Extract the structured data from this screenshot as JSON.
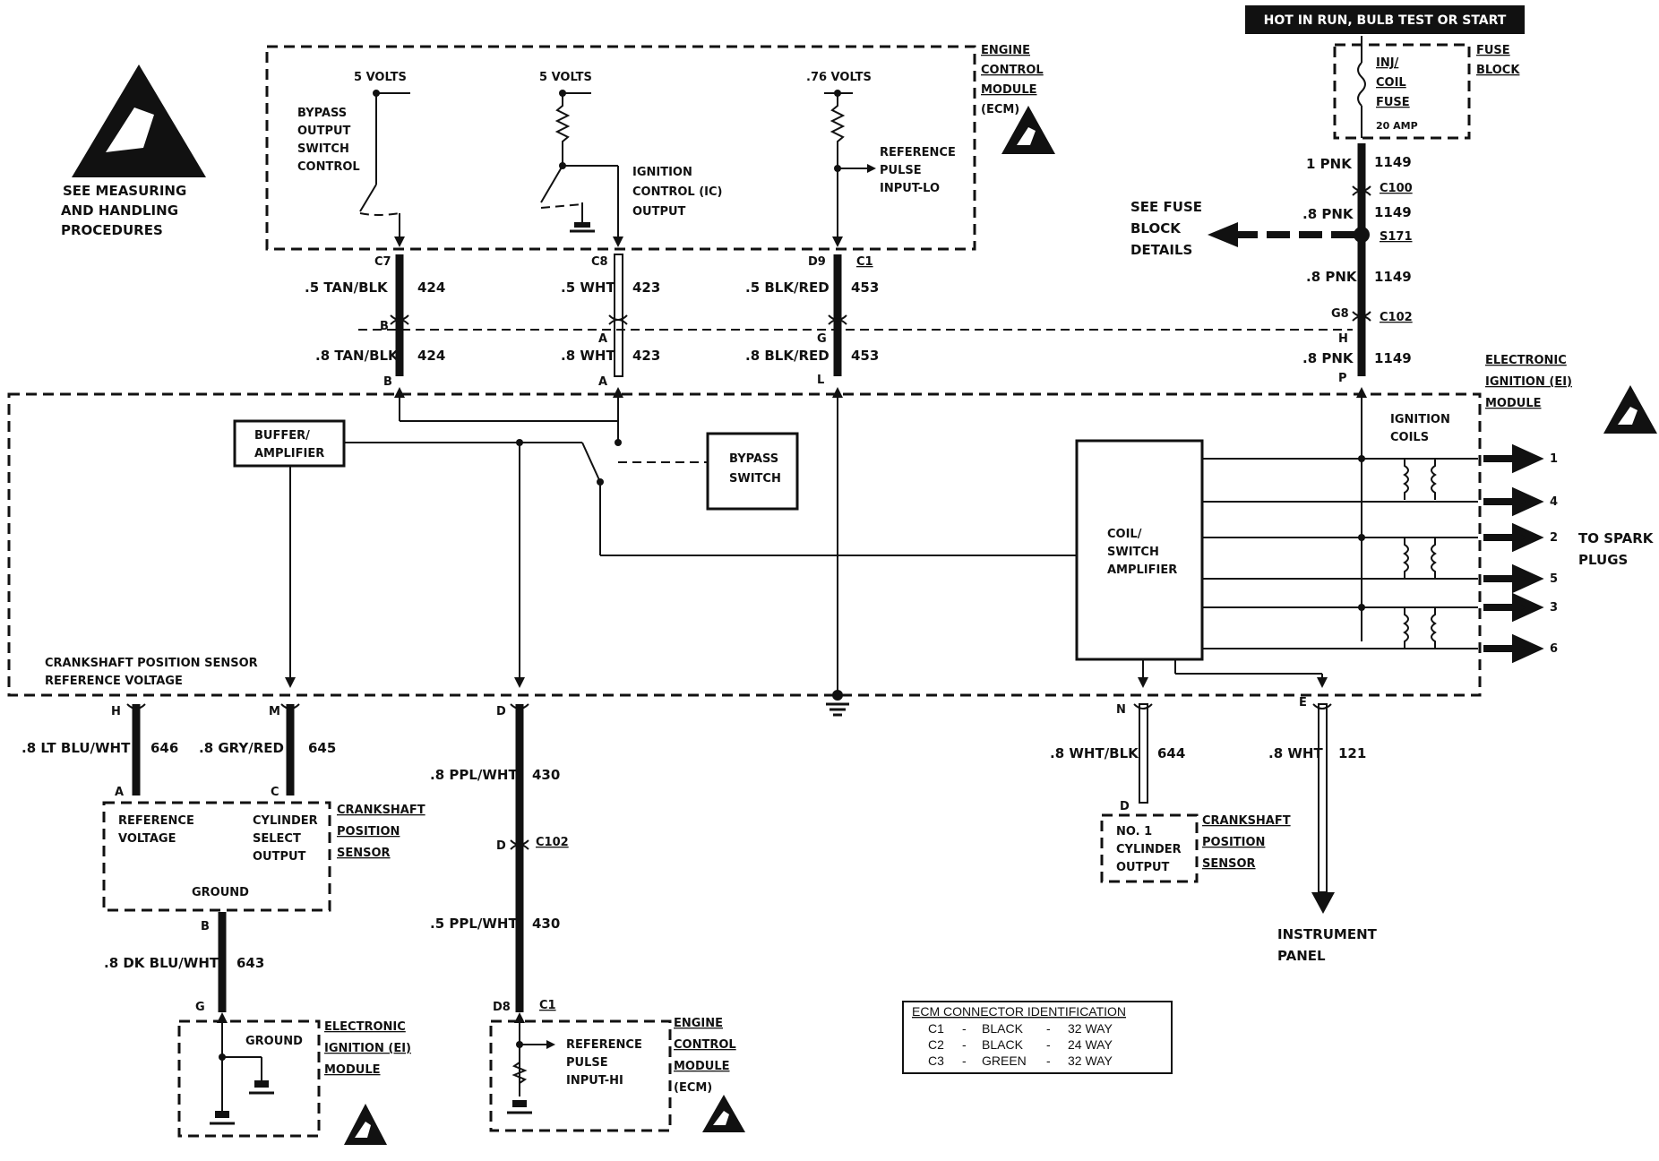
{
  "header": {
    "power_label": "HOT IN RUN, BULB TEST OR START"
  },
  "warning": {
    "text_lines": [
      "SEE MEASURING",
      "AND HANDLING",
      "PROCEDURES"
    ]
  },
  "fuse_block": {
    "title": [
      "FUSE",
      "BLOCK"
    ],
    "fuse_lines": [
      "INJ/",
      "COIL",
      "FUSE"
    ],
    "rating": "20 AMP"
  },
  "ecm_top": {
    "title": [
      "ENGINE",
      "CONTROL",
      "MODULE",
      "(ECM)"
    ],
    "volts": [
      "5 VOLTS",
      "5 VOLTS",
      ".76 VOLTS"
    ],
    "bypass_lines": [
      "BYPASS",
      "OUTPUT",
      "SWITCH",
      "CONTROL"
    ],
    "ic_lines": [
      "IGNITION",
      "CONTROL (IC)",
      "OUTPUT"
    ],
    "ref_lo_lines": [
      "REFERENCE",
      "PULSE",
      "INPUT-LO"
    ]
  },
  "top_wires": [
    {
      "pin_ecm": "C7",
      "upper": ".5 TAN/BLK",
      "lower": ".8 TAN/BLK",
      "circuit": "424",
      "conn_pin": "B",
      "ei_pin": "B"
    },
    {
      "pin_ecm": "C8",
      "upper": ".5 WHT",
      "lower": ".8 WHT",
      "circuit": "423",
      "conn_pin": "A",
      "ei_pin": "A"
    },
    {
      "pin_ecm": "D9",
      "pin_conn": "C1",
      "upper": ".5 BLK/RED",
      "lower": ".8 BLK/RED",
      "circuit": "453",
      "conn_pin": "G",
      "ei_pin": "L"
    }
  ],
  "fuse_feed": {
    "wire_1": "1 PNK",
    "circuit": "1149",
    "c100": "C100",
    "wire_2": ".8 PNK",
    "splice": "S171",
    "see_fuse": [
      "SEE FUSE",
      "BLOCK",
      "DETAILS"
    ],
    "wire_3": ".8 PNK",
    "g8": "G8",
    "c102": "C102",
    "h": "H",
    "wire_4": ".8 PNK",
    "p": "P"
  },
  "ei_module": {
    "title": [
      "ELECTRONIC",
      "IGNITION (EI)",
      "MODULE"
    ],
    "buffer": [
      "BUFFER/",
      "AMPLIFIER"
    ],
    "bypass": [
      "BYPASS",
      "SWITCH"
    ],
    "coil_switch": [
      "COIL/",
      "SWITCH",
      "AMPLIFIER"
    ],
    "ignition_coils": [
      "IGNITION",
      "COILS"
    ],
    "ckp_ref": [
      "CRANKSHAFT POSITION SENSOR",
      "REFERENCE VOLTAGE"
    ],
    "spark_numbers": [
      "1",
      "4",
      "2",
      "5",
      "3",
      "6"
    ],
    "spark_label": [
      "TO SPARK",
      "PLUGS"
    ]
  },
  "bottom_wires": {
    "h_pin": "H",
    "m_pin": "M",
    "d_pin": "D",
    "n_pin": "N",
    "e_pin": "E",
    "w646": ".8 LT BLU/WHT",
    "c646": "646",
    "w645": ".8 GRY/RED",
    "c645": "645",
    "w430a": ".8 PPL/WHT",
    "c430a": "430",
    "c102_d": "D",
    "c102": "C102",
    "w430b": ".5 PPL/WHT",
    "c430b": "430",
    "w644": ".8 WHT/BLK",
    "c644": "644",
    "w121": ".8 WHT",
    "c121": "121",
    "a_pin": "A",
    "c_pin": "C",
    "b_pin": "B",
    "g_pin": "G",
    "d8": "D8",
    "c1": "C1",
    "d_pin2": "D"
  },
  "ckp_sensor": {
    "ref_volt": [
      "REFERENCE",
      "VOLTAGE"
    ],
    "cyl_select": [
      "CYLINDER",
      "SELECT",
      "OUTPUT"
    ],
    "ground": "GROUND",
    "title": [
      "CRANKSHAFT",
      "POSITION",
      "SENSOR"
    ],
    "w643": ".8 DK BLU/WHT",
    "c643": "643"
  },
  "ckp_sensor2": {
    "lines": [
      "NO. 1",
      "CYLINDER",
      "OUTPUT"
    ],
    "title": [
      "CRANKSHAFT",
      "POSITION",
      "SENSOR"
    ]
  },
  "ei_bottom": {
    "ground": "GROUND",
    "title": [
      "ELECTRONIC",
      "IGNITION (EI)",
      "MODULE"
    ]
  },
  "ecm_bottom": {
    "lines": [
      "REFERENCE",
      "PULSE",
      "INPUT-HI"
    ],
    "title": [
      "ENGINE",
      "CONTROL",
      "MODULE",
      "(ECM)"
    ]
  },
  "instrument_panel": [
    "INSTRUMENT",
    "PANEL"
  ],
  "ecm_conn": {
    "title": "ECM CONNECTOR IDENTIFICATION",
    "rows": [
      [
        "C1",
        "-",
        "BLACK",
        "-",
        "32 WAY"
      ],
      [
        "C2",
        "-",
        "BLACK",
        "-",
        "24 WAY"
      ],
      [
        "C3",
        "-",
        "GREEN",
        "-",
        "32 WAY"
      ]
    ]
  }
}
